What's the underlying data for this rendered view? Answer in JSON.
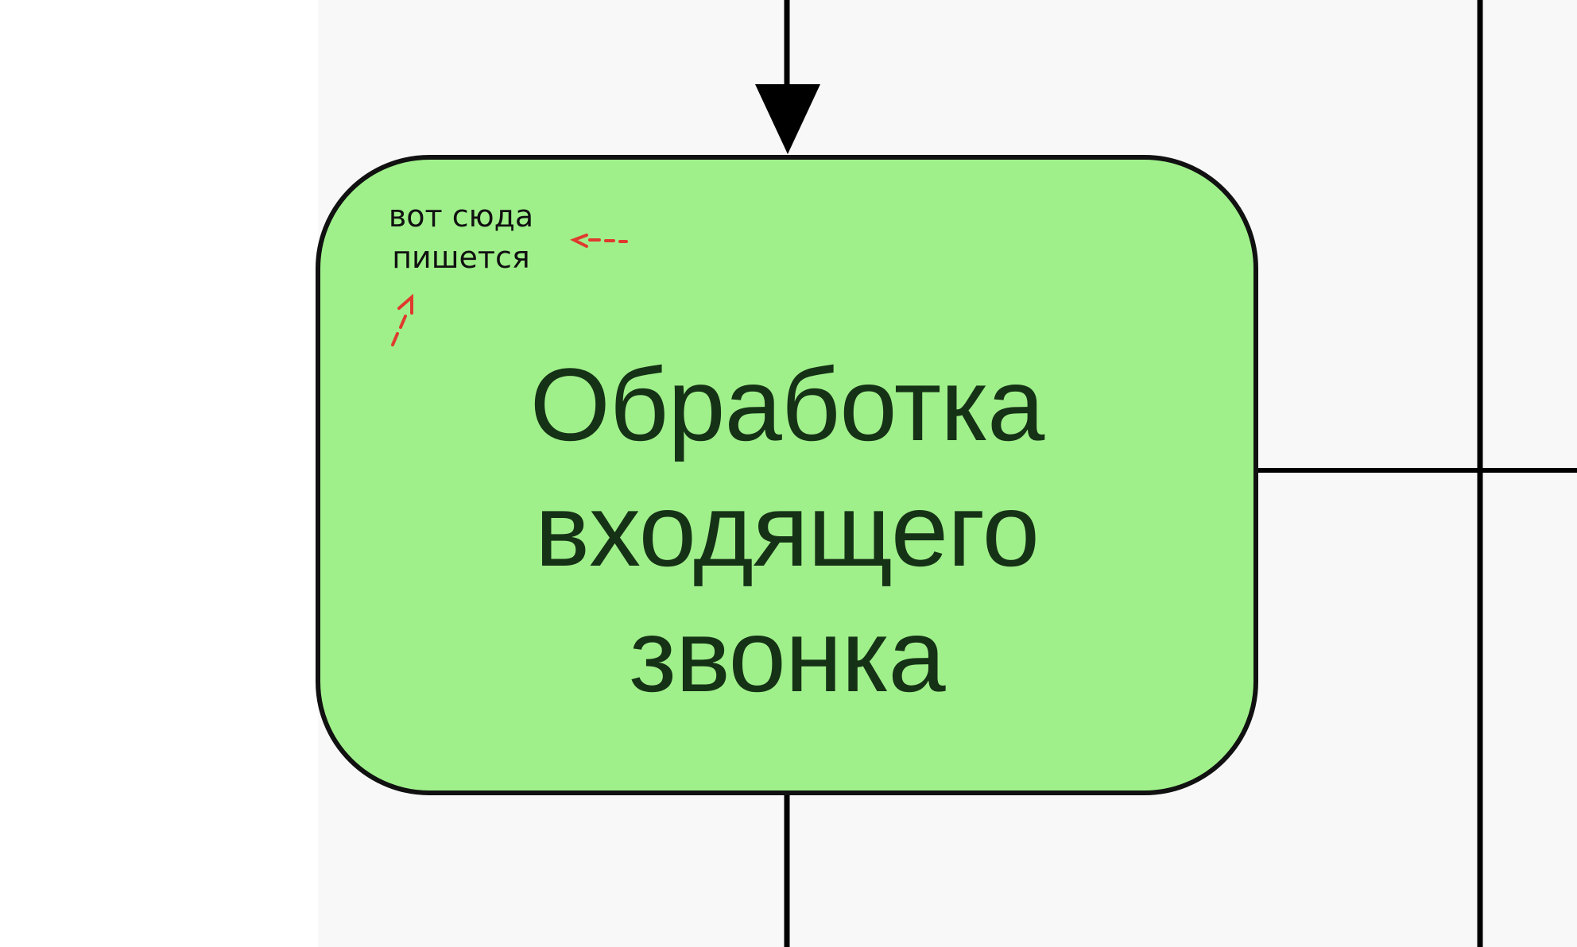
{
  "diagram": {
    "node": {
      "label_lines": [
        "Обработка",
        "входящего",
        "звонка"
      ],
      "fill_color": "#9ff08a",
      "stroke_color": "#111111"
    },
    "annotation": {
      "lines": [
        "вот сюда",
        "пишется"
      ],
      "arrow_color": "#e03a2e"
    },
    "line_color": "#000000"
  }
}
